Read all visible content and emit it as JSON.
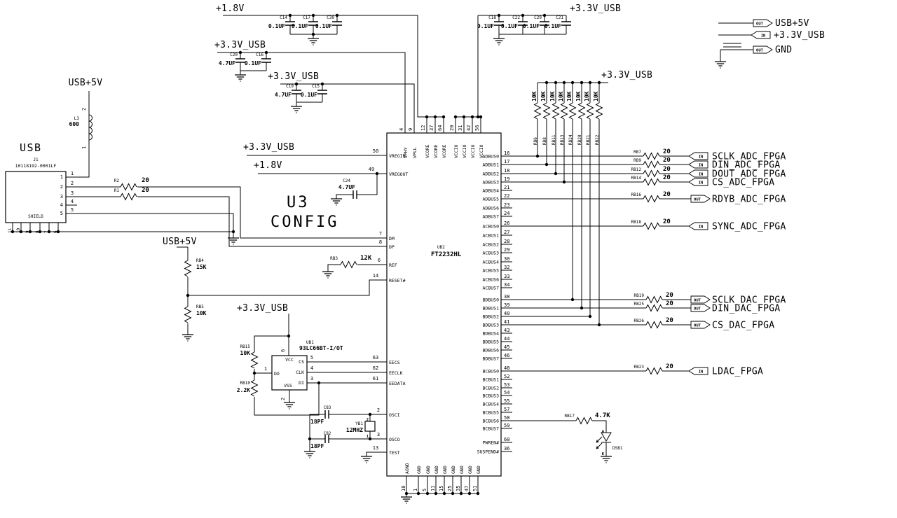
{
  "colors": {
    "ink": "#000000",
    "paper": "#ffffff"
  },
  "flags": {
    "in": "IN",
    "out": "OUT"
  },
  "rails": {
    "p18": "+1.8V",
    "p33": "+3.3V_USB",
    "usb5": "USB+5V"
  },
  "legend": {
    "items": [
      {
        "flag": "OUT",
        "label": "USB+5V"
      },
      {
        "flag": "IN",
        "label": "+3.3V_USB"
      },
      {
        "flag": "OUT",
        "label": "GND"
      }
    ]
  },
  "usb": {
    "title": "USB",
    "ref": "J1",
    "part": "10118192-0001LF",
    "shield": "SHIELD",
    "pins_right": [
      "1",
      "2",
      "3",
      "4",
      "5"
    ],
    "pins_bottom": [
      "11",
      "10",
      "9",
      "8",
      "7",
      "6"
    ]
  },
  "l3": {
    "ref": "L3",
    "value": "600",
    "pin_top": "2",
    "pin_bottom": "1"
  },
  "r2": {
    "ref": "R2",
    "value": "20"
  },
  "r1": {
    "ref": "R1",
    "value": "20"
  },
  "rb4": {
    "ref": "RB4",
    "value": "15K"
  },
  "rb5": {
    "ref": "RB5",
    "value": "10K"
  },
  "rb3": {
    "ref": "RB3",
    "value": "12K"
  },
  "caps": {
    "c14": {
      "ref": "C14",
      "value": "0.1UF"
    },
    "c17": {
      "ref": "C17",
      "value": "0.1UF"
    },
    "c30": {
      "ref": "C30",
      "value": "0.1UF"
    },
    "c20": {
      "ref": "C20",
      "value": "4.7UF"
    },
    "c16": {
      "ref": "C16",
      "value": "0.1UF"
    },
    "c19": {
      "ref": "C19",
      "value": "4.7UF"
    },
    "c15": {
      "ref": "C15",
      "value": "0.1UF"
    },
    "c18": {
      "ref": "C18",
      "value": "0.1UF"
    },
    "c22": {
      "ref": "C22",
      "value": "0.1UF"
    },
    "c29": {
      "ref": "C29",
      "value": "0.1UF"
    },
    "c21": {
      "ref": "C21",
      "value": "0.1UF"
    },
    "c24": {
      "ref": "C24",
      "value": "4.7UF"
    },
    "c83": {
      "ref": "C83",
      "value": "18PF"
    },
    "c82": {
      "ref": "C82",
      "value": "18PF"
    }
  },
  "network": {
    "rail_label": "+3.3V_USB",
    "resistors": [
      {
        "ref": "RB6",
        "value": "10K"
      },
      {
        "ref": "RB8",
        "value": "10K"
      },
      {
        "ref": "RB11",
        "value": "10K"
      },
      {
        "ref": "RB13",
        "value": "10K"
      },
      {
        "ref": "RB24",
        "value": "10K"
      },
      {
        "ref": "RB20",
        "value": "10K"
      },
      {
        "ref": "RB21",
        "value": "10K"
      },
      {
        "ref": "RB22",
        "value": "10K"
      }
    ]
  },
  "u2": {
    "ref": "UB2",
    "part": "FT2232HL",
    "top": [
      {
        "name": "VPHY",
        "pin": "4"
      },
      {
        "name": "VPLL",
        "pin": "9"
      },
      {
        "name": "VCORE",
        "pin": "12"
      },
      {
        "name": "VCORE",
        "pin": "37"
      },
      {
        "name": "VCORE",
        "pin": "64"
      },
      {
        "name": "VCCIO",
        "pin": "20"
      },
      {
        "name": "VCCIO",
        "pin": "31"
      },
      {
        "name": "VCCIO",
        "pin": "42"
      },
      {
        "name": "VCCIO",
        "pin": "56"
      }
    ],
    "left": [
      {
        "name": "VREGIN",
        "pin": "50"
      },
      {
        "name": "VREGOUT",
        "pin": "49"
      },
      {
        "name": "DM",
        "pin": "7"
      },
      {
        "name": "DP",
        "pin": "8"
      },
      {
        "name": "REF",
        "pin": "6"
      },
      {
        "name": "RESET#",
        "pin": "14"
      },
      {
        "name": "EECS",
        "pin": "63"
      },
      {
        "name": "EECLK",
        "pin": "62"
      },
      {
        "name": "EEDATA",
        "pin": "61"
      },
      {
        "name": "OSCI",
        "pin": "2"
      },
      {
        "name": "OSCO",
        "pin": "3"
      },
      {
        "name": "TEST",
        "pin": "13"
      }
    ],
    "right": [
      {
        "name": "ADBUS0",
        "pin": "16"
      },
      {
        "name": "ADBUS1",
        "pin": "17"
      },
      {
        "name": "ADBUS2",
        "pin": "18"
      },
      {
        "name": "ADBUS3",
        "pin": "19"
      },
      {
        "name": "ADBUS4",
        "pin": "21"
      },
      {
        "name": "ADBUS5",
        "pin": "22"
      },
      {
        "name": "ADBUS6",
        "pin": "23"
      },
      {
        "name": "ADBUS7",
        "pin": "24"
      },
      {
        "name": "ACBUS0",
        "pin": "26"
      },
      {
        "name": "ACBUS1",
        "pin": "27"
      },
      {
        "name": "ACBUS2",
        "pin": "28"
      },
      {
        "name": "ACBUS3",
        "pin": "29"
      },
      {
        "name": "ACBUS4",
        "pin": "30"
      },
      {
        "name": "ACBUS5",
        "pin": "32"
      },
      {
        "name": "ACBUS6",
        "pin": "33"
      },
      {
        "name": "ACBUS7",
        "pin": "34"
      },
      {
        "name": "BDBUS0",
        "pin": "38"
      },
      {
        "name": "BDBUS1",
        "pin": "39"
      },
      {
        "name": "BDBUS2",
        "pin": "40"
      },
      {
        "name": "BDBUS3",
        "pin": "41"
      },
      {
        "name": "BDBUS4",
        "pin": "43"
      },
      {
        "name": "BDBUS5",
        "pin": "44"
      },
      {
        "name": "BDBUS6",
        "pin": "45"
      },
      {
        "name": "BDBUS7",
        "pin": "46"
      },
      {
        "name": "BCBUS0",
        "pin": "48"
      },
      {
        "name": "BCBUS1",
        "pin": "52"
      },
      {
        "name": "BCBUS2",
        "pin": "53"
      },
      {
        "name": "BCBUS3",
        "pin": "54"
      },
      {
        "name": "BCBUS4",
        "pin": "55"
      },
      {
        "name": "BCBUS5",
        "pin": "57"
      },
      {
        "name": "BCBUS6",
        "pin": "58"
      },
      {
        "name": "BCBUS7",
        "pin": "59"
      },
      {
        "name": "PWREN#",
        "pin": "60"
      },
      {
        "name": "SUSPEND#",
        "pin": "36"
      }
    ],
    "bottom": [
      {
        "name": "AGND",
        "pin": "10"
      },
      {
        "name": "GND",
        "pin": "1"
      },
      {
        "name": "GND",
        "pin": "5"
      },
      {
        "name": "GND",
        "pin": "11"
      },
      {
        "name": "GND",
        "pin": "15"
      },
      {
        "name": "GND",
        "pin": "25"
      },
      {
        "name": "GND",
        "pin": "35"
      },
      {
        "name": "GND",
        "pin": "47"
      },
      {
        "name": "GND",
        "pin": "51"
      }
    ]
  },
  "eeprom": {
    "ref": "UB1",
    "part": "93LC66BT-I/OT",
    "rail_label": "+3.3V_USB",
    "pins": {
      "vcc": {
        "name": "VCC",
        "pin": "6"
      },
      "do": {
        "name": "DO",
        "pin": "1"
      },
      "cs": {
        "name": "CS",
        "pin": "5"
      },
      "clk": {
        "name": "CLK",
        "pin": "4"
      },
      "di": {
        "name": "DI",
        "pin": "3"
      },
      "vss": {
        "name": "VSS",
        "pin": "2"
      }
    },
    "rb15": {
      "ref": "RB15",
      "value": "10K"
    },
    "rb10": {
      "ref": "RB10",
      "value": "2.2K"
    }
  },
  "xtal": {
    "ref": "YB1",
    "value": "12MHZ",
    "pin_top": "2",
    "pin_bottom": "1"
  },
  "config_label": {
    "line1": "U3",
    "line2": "CONFIG"
  },
  "signals": [
    {
      "res": "RB7",
      "value": "20",
      "dir": "IN",
      "label": "SCLK_ADC_FPGA"
    },
    {
      "res": "RB9",
      "value": "20",
      "dir": "IN",
      "label": "DIN_ADC_FPGA"
    },
    {
      "res": "RB12",
      "value": "20",
      "dir": "IN",
      "label": "DOUT_ADC_FPGA"
    },
    {
      "res": "RB14",
      "value": "20",
      "dir": "IN",
      "label": "CS_ADC_FPGA"
    },
    {
      "res": "RB16",
      "value": "20",
      "dir": "OUT",
      "label": "RDYB_ADC_FPGA"
    },
    {
      "res": "RB18",
      "value": "20",
      "dir": "IN",
      "label": "SYNC_ADC_FPGA"
    },
    {
      "res": "RB19",
      "value": "20",
      "dir": "OUT",
      "label": "SCLK_DAC_FPGA"
    },
    {
      "res": "RB25",
      "value": "20",
      "dir": "OUT",
      "label": "DIN_DAC_FPGA"
    },
    {
      "res": "RB26",
      "value": "20",
      "dir": "OUT",
      "label": "CS_DAC_FPGA"
    },
    {
      "res": "RB23",
      "value": "20",
      "dir": "IN",
      "label": "LDAC_FPGA"
    }
  ],
  "led": {
    "res": "RB17",
    "value": "4.7K",
    "ref": "DSB1",
    "anode": "A",
    "cathode": "K"
  }
}
